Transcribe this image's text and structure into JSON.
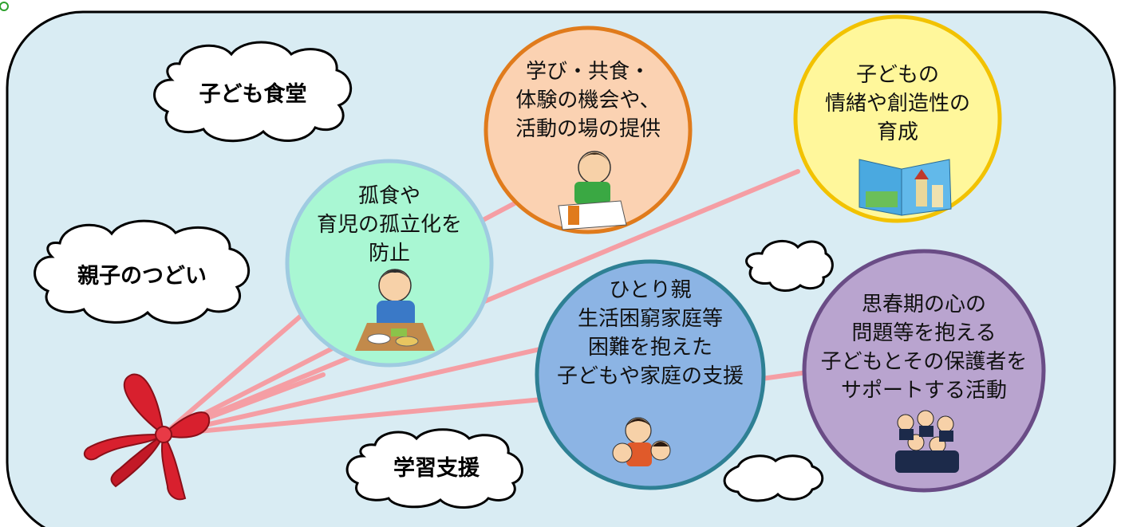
{
  "clouds": {
    "kodomo_shokudo": "子ども食堂",
    "oyako_tsudoi": "親子のつどい",
    "gakushu_shien": "学習支援"
  },
  "circles": {
    "koshoku": {
      "lines": [
        "孤食や",
        "育児の孤立化を",
        "防止"
      ],
      "fill": "#a9f7d3",
      "border": "#9fcbe1"
    },
    "manabi": {
      "lines": [
        "学び・共食・",
        "体験の機会や、",
        "活動の場の提供"
      ],
      "fill": "#fbd2b2",
      "border": "#e07b1c"
    },
    "jocho": {
      "lines": [
        "子どもの",
        "情緒や創造性の",
        "育成"
      ],
      "fill": "#fff79b",
      "border": "#f2c200"
    },
    "hitorioya": {
      "lines": [
        "ひとり親",
        "生活困窮家庭等",
        "困難を抱えた",
        "子どもや家庭の支援"
      ],
      "fill": "#8cb4e4",
      "border": "#2e8094"
    },
    "shishunki": {
      "lines": [
        "思春期の心の",
        "問題等を抱える",
        "子どもとその保護者を",
        "サポートする活動"
      ],
      "fill": "#b9a4cf",
      "border": "#6a4c86"
    }
  },
  "colors": {
    "panel_fill": "#d9ecf3",
    "panel_border": "#000000",
    "ribbon": "#d8202e",
    "string": "#f59ea4",
    "corner_marker": "#2ea12e"
  },
  "icons": [
    "ribbon-icon",
    "child-eating-icon",
    "child-studying-icon",
    "picture-book-icon",
    "family-icon",
    "students-cheering-icon",
    "cloud-icon"
  ]
}
